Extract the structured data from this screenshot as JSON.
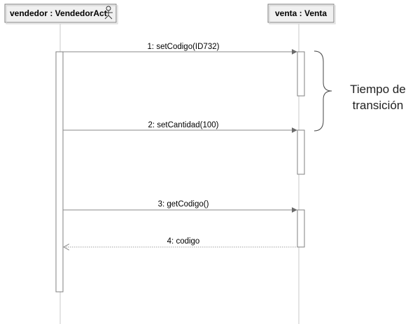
{
  "diagram": {
    "type": "sequence",
    "lifelines": [
      {
        "id": "vendedor",
        "label": "vendedor : VendedorAct",
        "icon": "actor-icon"
      },
      {
        "id": "venta",
        "label": "venta : Venta"
      }
    ],
    "messages": [
      {
        "label": "1: setCodigo(ID732)",
        "from": "vendedor",
        "to": "venta",
        "kind": "call"
      },
      {
        "label": "2: setCantidad(100)",
        "from": "vendedor",
        "to": "venta",
        "kind": "call"
      },
      {
        "label": "3: getCodigo()",
        "from": "vendedor",
        "to": "venta",
        "kind": "call"
      },
      {
        "label": "4: codigo",
        "from": "venta",
        "to": "vendedor",
        "kind": "return"
      }
    ],
    "annotation": {
      "line1": "Tiempo de",
      "line2": "transición"
    }
  },
  "colors": {
    "header_fill": "#f0f0f0",
    "lifeline": "#c9c9c9",
    "box_border": "#808080",
    "arrow": "#808080"
  }
}
